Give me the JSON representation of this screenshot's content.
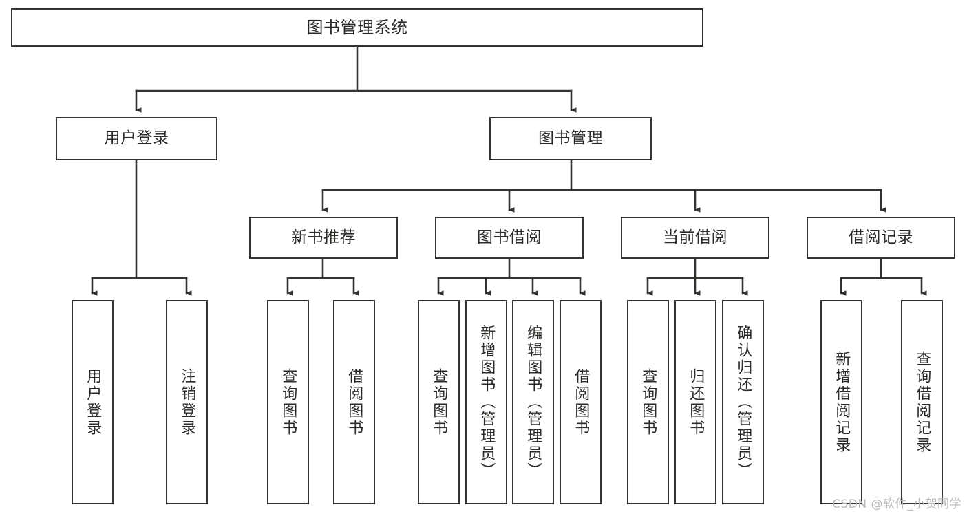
{
  "diagram": {
    "title": "图书管理系统",
    "watermark": "CSDN @软件_小贺同学",
    "colors": {
      "stroke": "#33332f",
      "box_fill": "#ffffff",
      "text": "#2b2b28",
      "background": "#ffffff",
      "watermark": "#b9b9b9"
    },
    "root": {
      "label": "图书管理系统"
    },
    "level2": [
      {
        "label": "用户登录"
      },
      {
        "label": "图书管理"
      }
    ],
    "level3": [
      {
        "label": "新书推荐"
      },
      {
        "label": "图书借阅"
      },
      {
        "label": "当前借阅"
      },
      {
        "label": "借阅记录"
      }
    ],
    "leaves": {
      "user_login": [
        {
          "label": "用户登录"
        },
        {
          "label": "注销登录"
        }
      ],
      "new_book_recommend": [
        {
          "label": "查询图书"
        },
        {
          "label": "借阅图书"
        }
      ],
      "book_borrow": [
        {
          "label": "查询图书"
        },
        {
          "label": "新增图书（管理员）"
        },
        {
          "label": "编辑图书（管理员）"
        },
        {
          "label": "借阅图书"
        }
      ],
      "current_borrow": [
        {
          "label": "查询图书"
        },
        {
          "label": "归还图书"
        },
        {
          "label": "确认归还（管理员）"
        }
      ],
      "borrow_record": [
        {
          "label": "新增借阅记录"
        },
        {
          "label": "查询借阅记录"
        }
      ]
    }
  }
}
